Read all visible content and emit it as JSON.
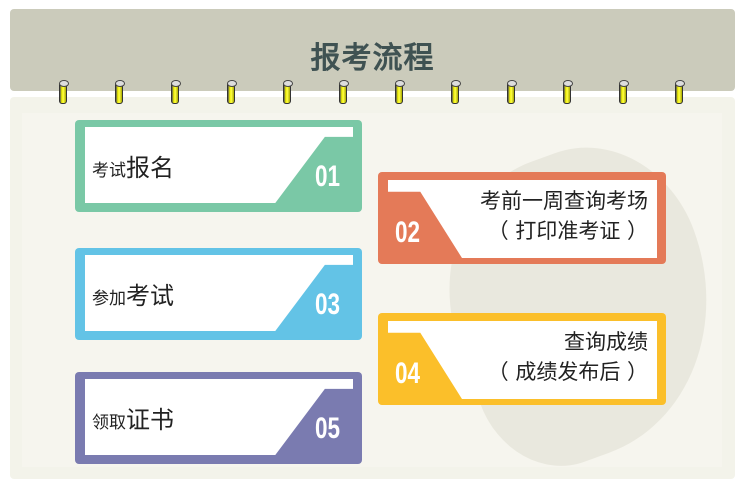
{
  "title": "报考流程",
  "steps": [
    {
      "num": "01",
      "small": "考试",
      "big": "报名",
      "color": "#7ac8a6"
    },
    {
      "num": "02",
      "line1": "考前一周查询考场",
      "line2": "（ 打印准考证 ）",
      "color": "#e47a58"
    },
    {
      "num": "03",
      "small": "参加",
      "big": "考试",
      "color": "#63c3e6"
    },
    {
      "num": "04",
      "line1": "查询成绩",
      "line2": "（ 成绩发布后 ）",
      "color": "#fbbf2a"
    },
    {
      "num": "05",
      "small": "领取",
      "big": "证书",
      "color": "#7a7bb0"
    }
  ]
}
